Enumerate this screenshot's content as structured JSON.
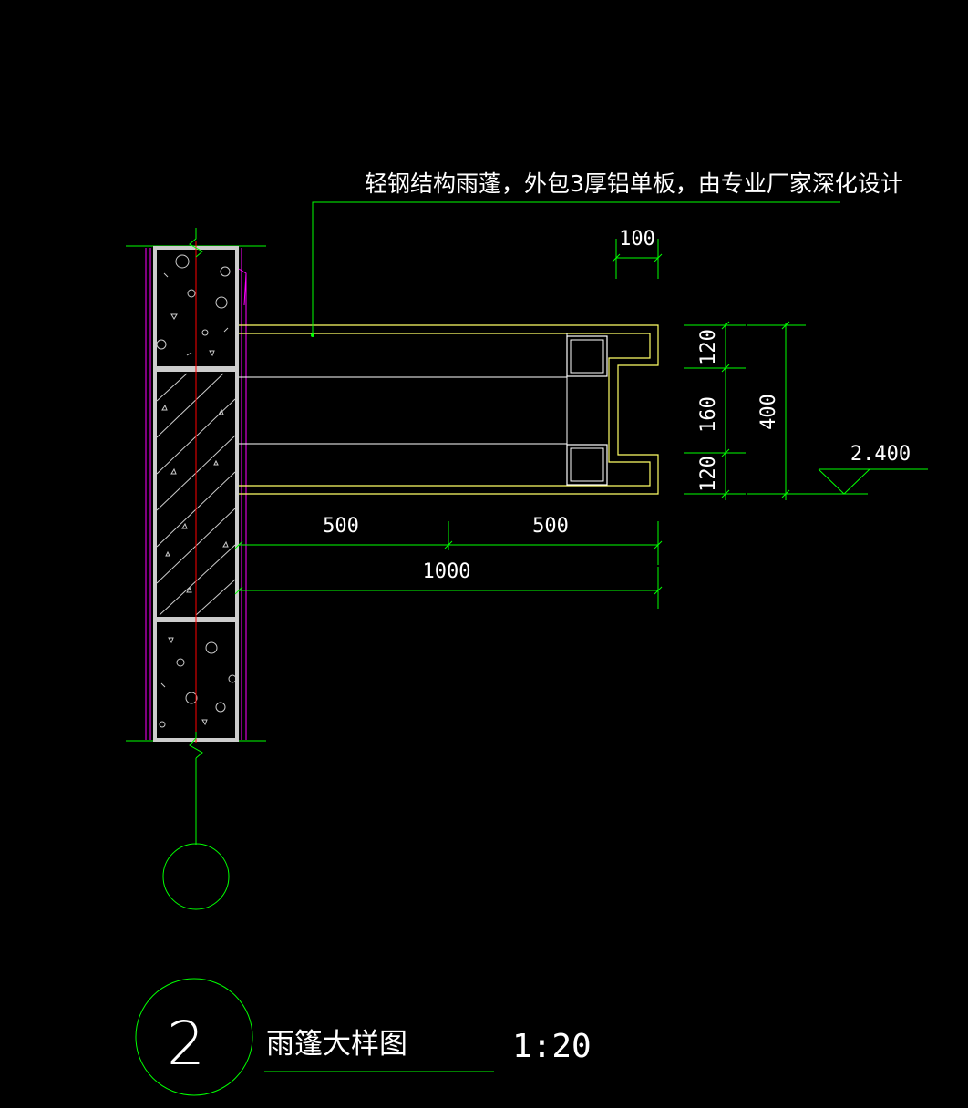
{
  "note": "轻钢结构雨蓬，外包3厚铝单板，由专业厂家深化设计",
  "dimensions": {
    "top_width": "100",
    "seg_top": "120",
    "seg_mid": "160",
    "seg_bottom": "120",
    "total_height": "400",
    "span_left": "500",
    "span_right": "500",
    "span_total": "1000"
  },
  "elevation": "2.400",
  "title": {
    "number": "2",
    "name": "雨篷大样图",
    "scale": "1:20"
  },
  "colors": {
    "background": "#000000",
    "dim_line": "#00ff00",
    "text": "#ffffff",
    "canopy_outline": "#ffff66",
    "wall_outline": "#cccccc",
    "axis": "#ff0000",
    "finish_line": "#ff00ff"
  }
}
